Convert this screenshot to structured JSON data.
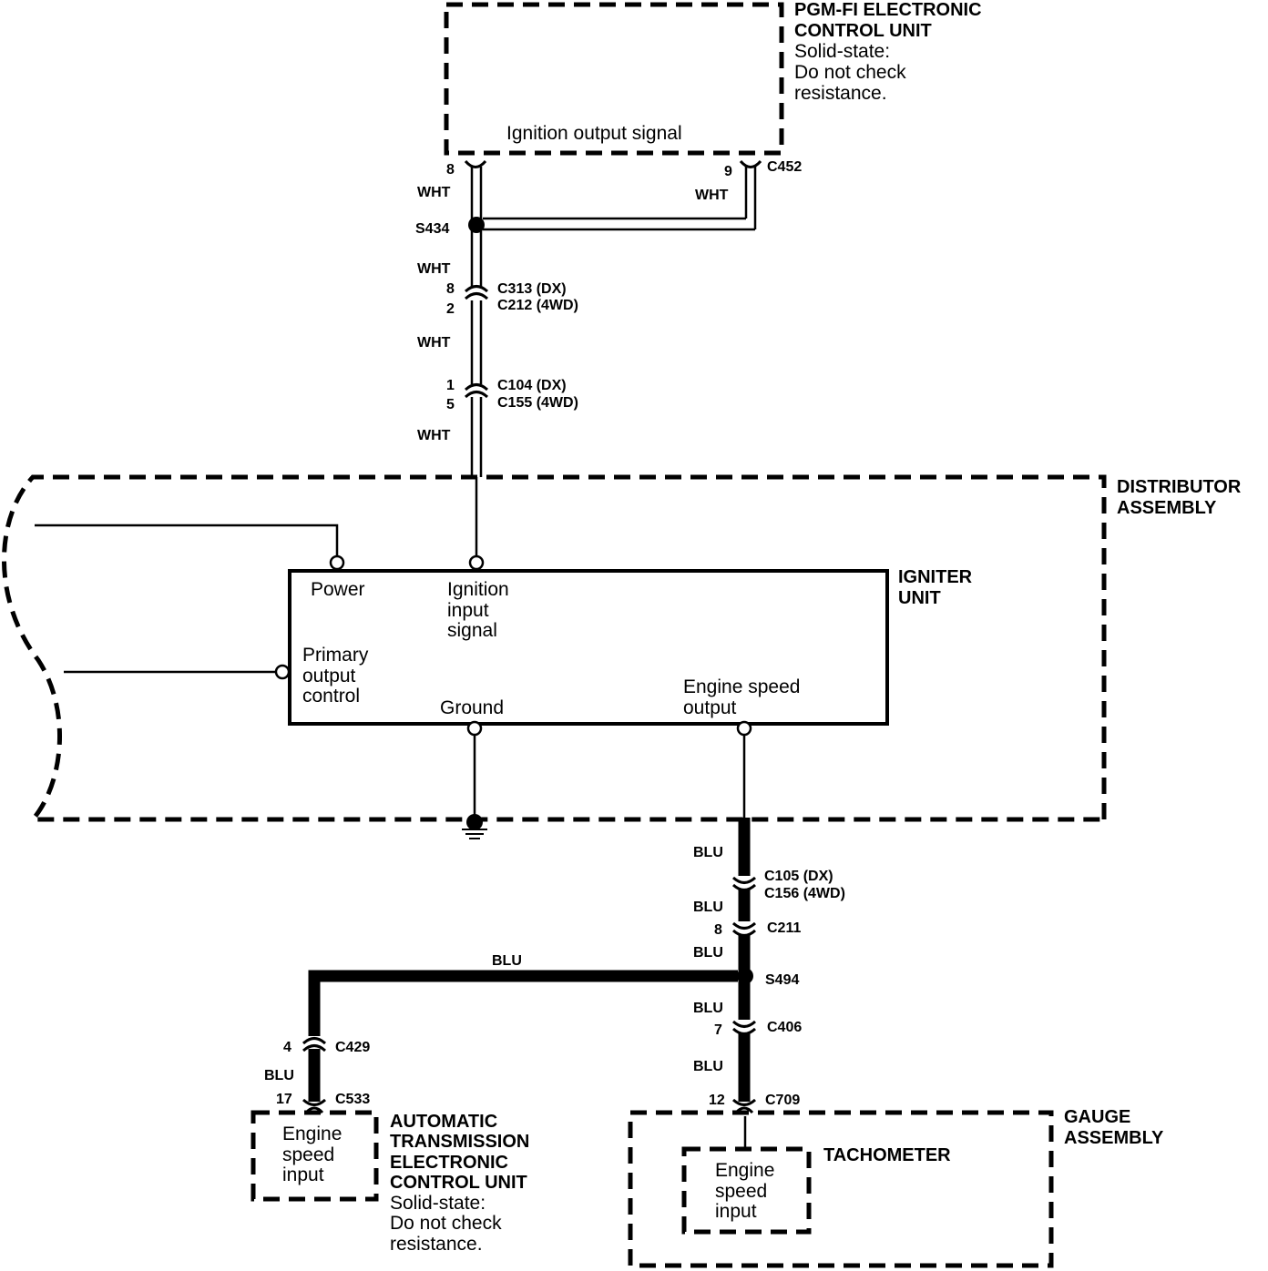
{
  "ecu": {
    "title1": "PGM-FI ELECTRONIC",
    "title2": "CONTROL UNIT",
    "note1": "Solid-state:",
    "note2": "Do not check",
    "note3": "resistance.",
    "signal": "Ignition output signal"
  },
  "wires": {
    "pin8": "8",
    "pin9": "9",
    "c452": "C452",
    "wht": "WHT",
    "s434": "S434",
    "c313_pin": "8",
    "c313": "C313  (DX)",
    "c212_pin": "2",
    "c212": "C212  (4WD)",
    "c104_pin": "1",
    "c104": "C104  (DX)",
    "c155_pin": "5",
    "c155": "C155  (4WD)",
    "blu": "BLU",
    "c105": "C105  (DX)",
    "c156": "C156  (4WD)",
    "c211_pin": "8",
    "c211": "C211",
    "s494": "S494",
    "c406_pin": "7",
    "c406": "C406",
    "c709_pin": "12",
    "c709": "C709",
    "c429_pin": "4",
    "c429": "C429",
    "c533_pin": "17",
    "c533": "C533"
  },
  "distributor": {
    "title1": "DISTRIBUTOR",
    "title2": "ASSEMBLY"
  },
  "igniter": {
    "title1": "IGNITER",
    "title2": "UNIT",
    "power": "Power",
    "input1": "Ignition",
    "input2": "input",
    "input3": "signal",
    "primary1": "Primary",
    "primary2": "output",
    "primary3": "control",
    "ground": "Ground",
    "speed1": "Engine speed",
    "speed2": "output"
  },
  "atecu": {
    "title1": "AUTOMATIC",
    "title2": "TRANSMISSION",
    "title3": "ELECTRONIC",
    "title4": "CONTROL UNIT",
    "note1": "Solid-state:",
    "note2": "Do not check",
    "note3": "resistance.",
    "input1": "Engine",
    "input2": "speed",
    "input3": "input"
  },
  "gauge": {
    "title1": "GAUGE",
    "title2": "ASSEMBLY",
    "tach": "TACHOMETER",
    "input1": "Engine",
    "input2": "speed",
    "input3": "input"
  }
}
